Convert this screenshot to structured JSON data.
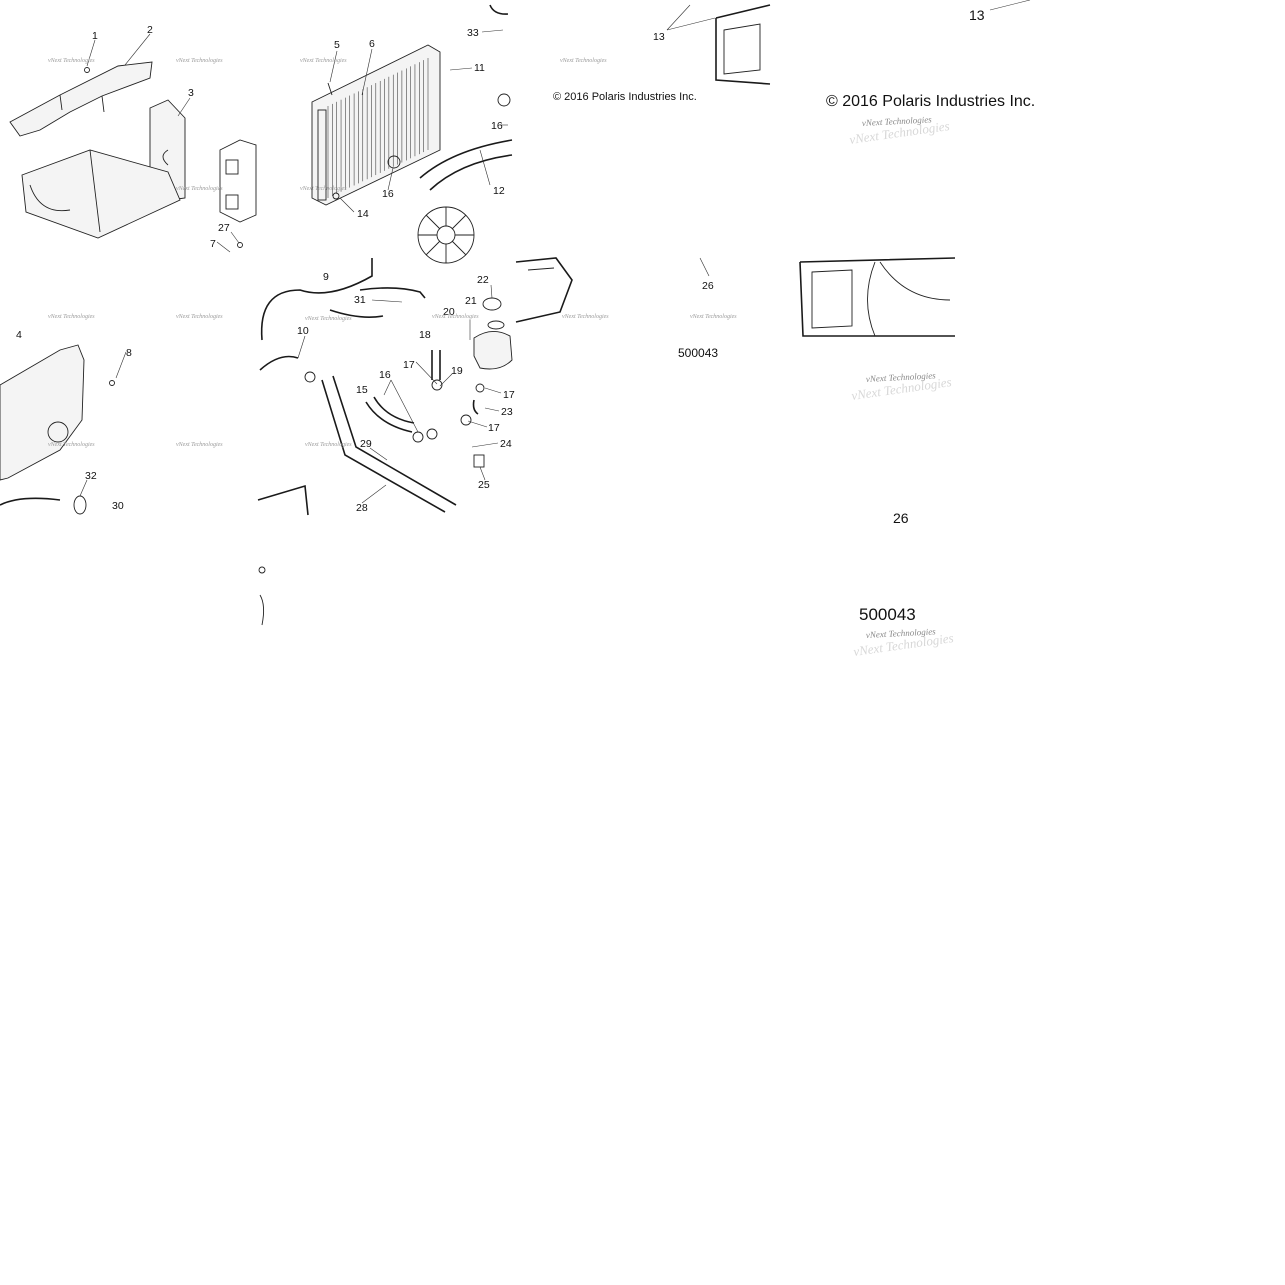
{
  "callouts": {
    "c1": "1",
    "c2": "2",
    "c3": "3",
    "c4": "4",
    "c5": "5",
    "c6": "6",
    "c7": "7",
    "c8": "8",
    "c9": "9",
    "c10": "10",
    "c11": "11",
    "c12": "12",
    "c13a": "13",
    "c13b": "13",
    "c14": "14",
    "c15": "15",
    "c16a": "16",
    "c16b": "16",
    "c16c": "16",
    "c17a": "17",
    "c17b": "17",
    "c17c": "17",
    "c18": "18",
    "c19": "19",
    "c20": "20",
    "c21": "21",
    "c22": "22",
    "c23": "23",
    "c24": "24",
    "c25": "25",
    "c26a": "26",
    "c26b": "26",
    "c27": "27",
    "c28": "28",
    "c29": "29",
    "c30": "30",
    "c31": "31",
    "c32": "32",
    "c33": "33"
  },
  "copyright_small": "© 2016 Polaris Industries Inc.",
  "copyright_big": "© 2016 Polaris Industries Inc.",
  "diagram_code_small": "500043",
  "diagram_code_big": "500043",
  "watermark": "vNext Technologies"
}
